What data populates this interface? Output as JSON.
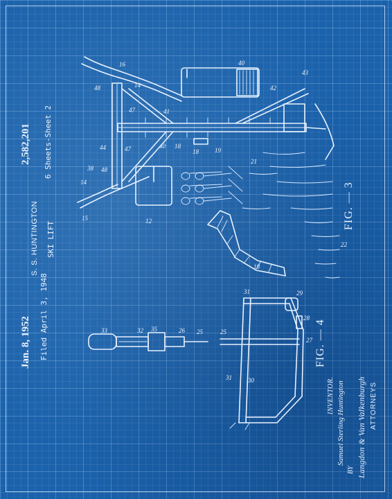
{
  "header": {
    "date": "Jan. 8, 1952",
    "filed": "Filed April 3, 1948",
    "inventor_name": "S. S. HUNTINGTON",
    "title": "SKI LIFT",
    "patent_number": "2,582,201",
    "sheets": "6 Sheets-Sheet 2"
  },
  "signature": {
    "role": "INVENTOR.",
    "full_name": "Samuel Sterling Huntington",
    "by": "BY",
    "firm_signature": "Langdon & Van Valkenburgh",
    "attorneys": "ATTORNEYS"
  },
  "figures": {
    "fig3_label": "FIG. — 3",
    "fig4_label": "FIG. — 4"
  },
  "reference_numerals": {
    "n48": "48",
    "n16": "16",
    "n14": "14",
    "n47": "47",
    "n41": "41",
    "n44": "44",
    "n38": "38",
    "n15": "15",
    "n12": "12",
    "n40": "40",
    "n42": "42",
    "n43": "43",
    "n18": "18",
    "n19": "19",
    "n21": "21",
    "n22": "22",
    "n18b": "18",
    "n33": "33",
    "n32": "32",
    "n35": "35",
    "n26": "26",
    "n25": "25",
    "n25b": "25",
    "n31": "31",
    "n29": "29",
    "n28": "28",
    "n27": "27",
    "n30": "30",
    "n31b": "31",
    "n14b": "14",
    "n48b": "48",
    "n47b": "47",
    "n40b": "40",
    "n18c": "18"
  },
  "colors": {
    "paper": "#1b62ab",
    "ink": "#e8f2ff"
  }
}
